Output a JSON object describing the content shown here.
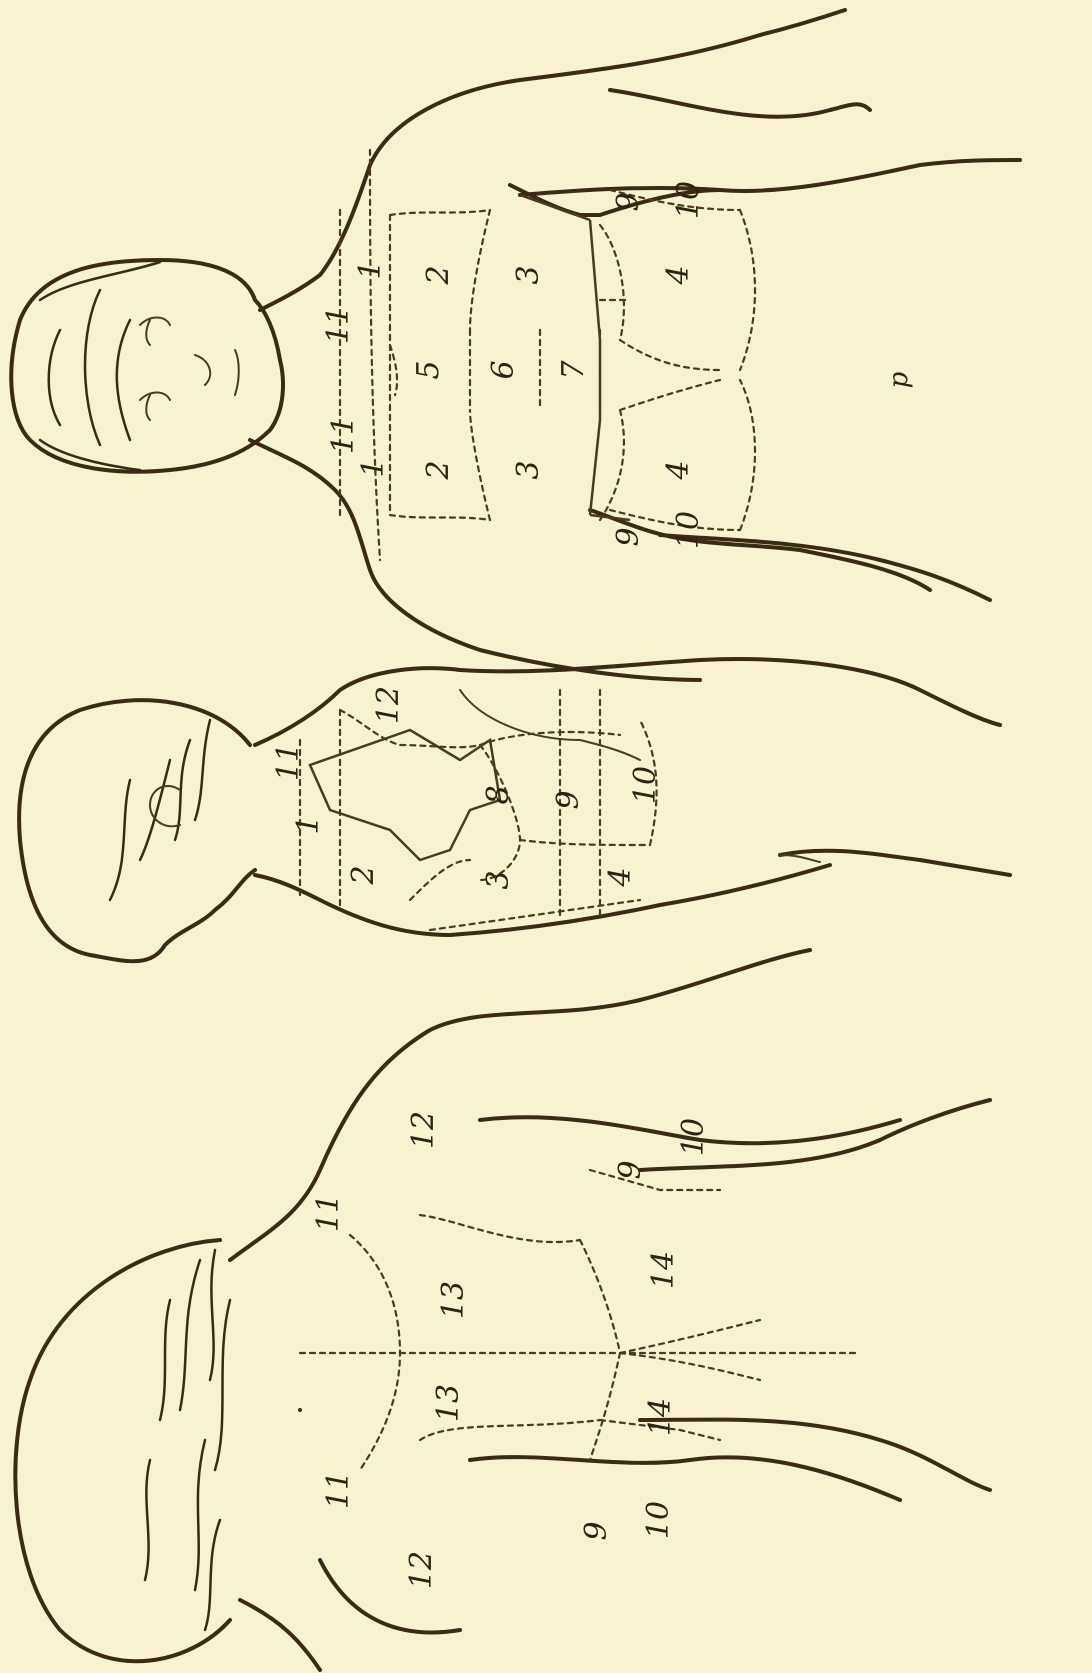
{
  "figures": [
    {
      "view": "back",
      "labels": {
        "r11a": "11",
        "r11b": "11",
        "r12a": "12",
        "r12b": "12",
        "r13a": "13",
        "r13b": "13",
        "r14a": "14",
        "r14b": "14",
        "r9a": "9",
        "r9b": "9",
        "r10a": "10",
        "r10b": "10"
      }
    },
    {
      "view": "side",
      "labels": {
        "r12": "12",
        "r11": "11",
        "r1": "1",
        "r2": "2",
        "r3": "3",
        "r4": "4",
        "r8": "8",
        "r9": "9",
        "r10": "10"
      }
    },
    {
      "view": "front",
      "labels": {
        "r11a": "11",
        "r11b": "11",
        "r1a": "1",
        "r1b": "1",
        "r2a": "2",
        "r2b": "2",
        "r3a": "3",
        "r3b": "3",
        "r5": "5",
        "r6": "6",
        "r7": "7",
        "r4a": "4",
        "r4b": "4",
        "r9a": "9",
        "r9b": "9",
        "r10a": "10",
        "r10b": "10"
      }
    }
  ],
  "signature": "p",
  "colors": {
    "paper": "#f7f2cf",
    "ink": "#3b2a14"
  }
}
